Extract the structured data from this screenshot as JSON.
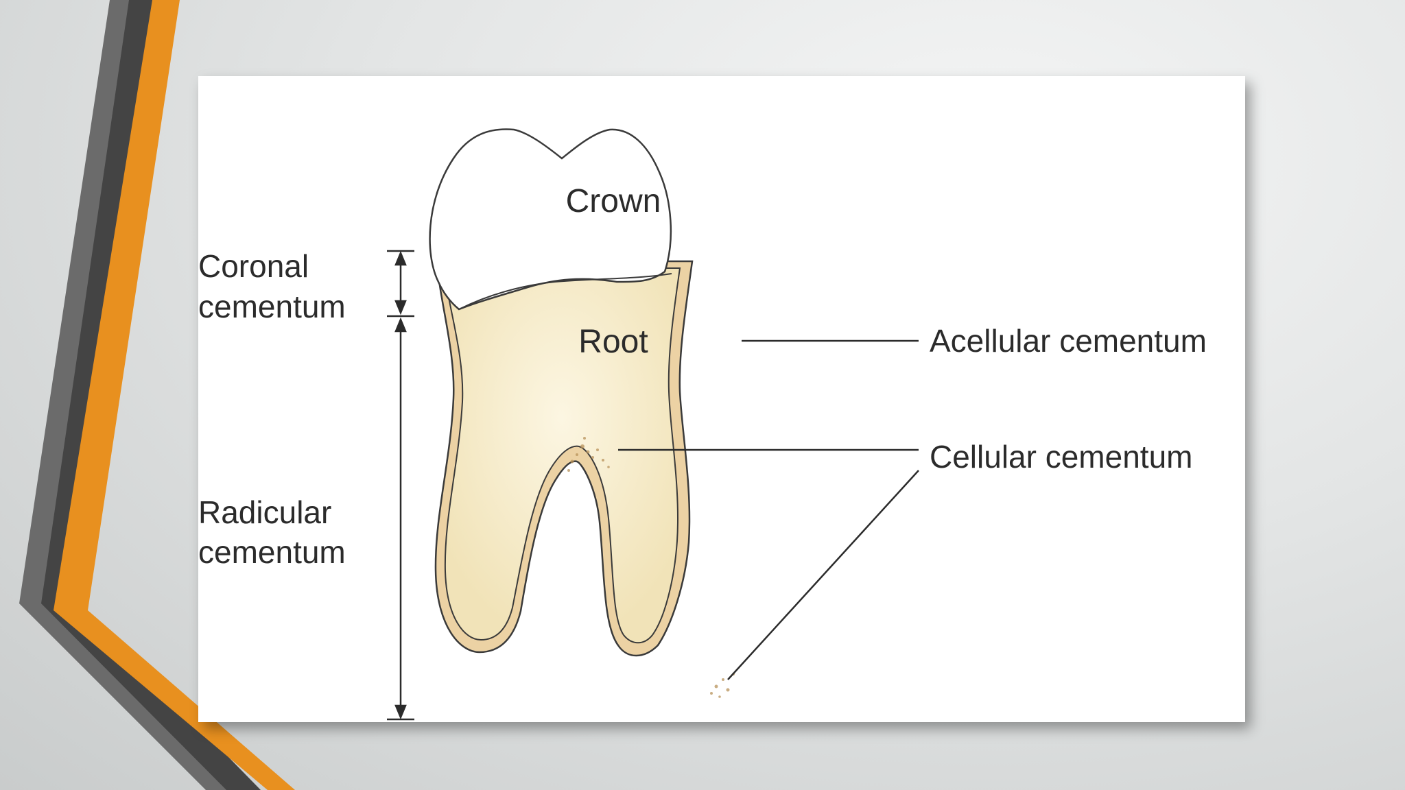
{
  "diagram": {
    "labels": {
      "crown": "Crown",
      "root": "Root",
      "coronal_line1": "Coronal",
      "coronal_line2": "cementum",
      "radicular_line1": "Radicular",
      "radicular_line2": "cementum",
      "acellular": "Acellular cementum",
      "cellular": "Cellular cementum"
    },
    "colors": {
      "crown_fill": "#ffffff",
      "dentin_fill": "#f6ecc9",
      "cementum_fill": "#ecd2a4",
      "outline": "#3a3a3a",
      "label_text": "#2b2b2b"
    }
  },
  "slide": {
    "colors": {
      "accent_orange": "#e8901f",
      "accent_dark": "#4a4a4a",
      "accent_gray": "#6d6d6d"
    }
  }
}
